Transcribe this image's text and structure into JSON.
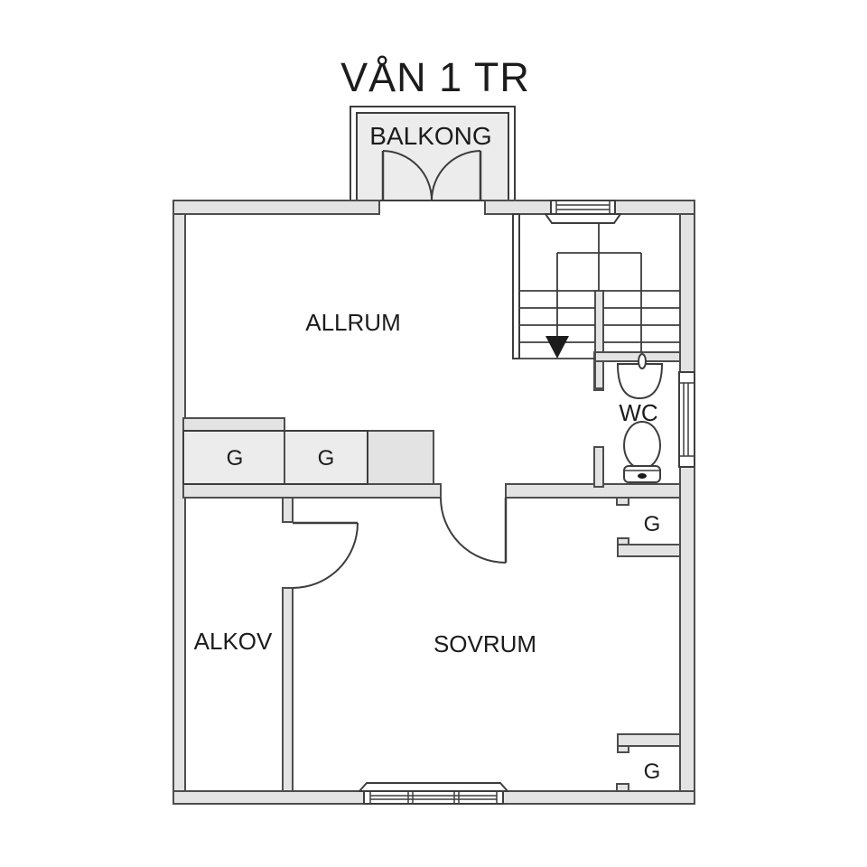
{
  "title": "VÅN 1 TR",
  "labels": {
    "balcony": "BALKONG",
    "living_room": "ALLRUM",
    "wc": "WC",
    "alcove": "ALKOV",
    "bedroom": "SOVRUM"
  },
  "closets": [
    {
      "label": "G"
    },
    {
      "label": "G"
    },
    {
      "label": "G"
    },
    {
      "label": "G"
    }
  ],
  "stairs": {
    "direction": "down-arrow"
  },
  "colors": {
    "wall_fill": "#e3e3e3",
    "wall_outline": "#4d4d4d",
    "room_fill": "#ffffff",
    "balcony_fill": "#ececec",
    "closet_fill": "#ececec",
    "line": "#3d3d3d",
    "text": "#1c1c1c",
    "background": "#ffffff"
  }
}
